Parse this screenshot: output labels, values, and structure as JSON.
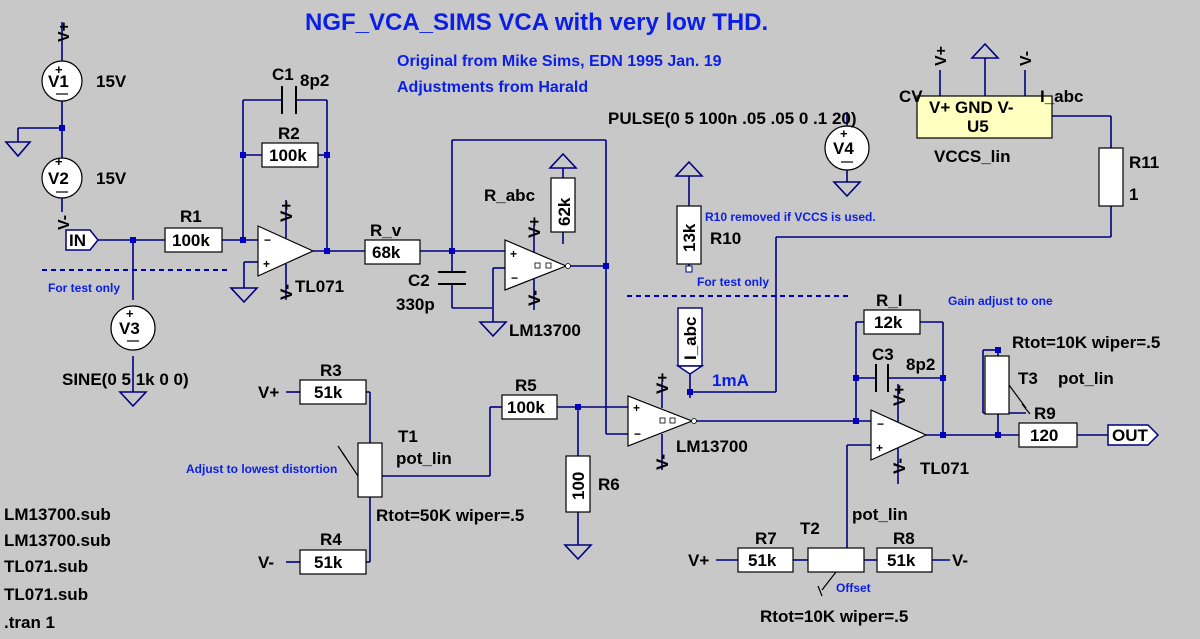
{
  "title": "NGF_VCA_SIMS VCA with very low THD.",
  "subtitle1": "Original from Mike Sims, EDN 1995 Jan. 19",
  "subtitle2": "Adjustments from Harald",
  "colors": {
    "background": "#c8c8c8",
    "wire": "#000080",
    "component": "#ffffff",
    "vccs": "#ffffc0",
    "comment": "#0a1ee6"
  },
  "components": {
    "V1": {
      "name": "V1",
      "value": "15V",
      "pin": "V+"
    },
    "V2": {
      "name": "V2",
      "value": "15V",
      "pin": "V-"
    },
    "V3": {
      "name": "V3",
      "value": "SINE(0 5 1k 0 0)"
    },
    "V4": {
      "name": "V4",
      "value": "PULSE(0 5 100n .05 .05 0 .1 20)"
    },
    "R1": {
      "name": "R1",
      "value": "100k"
    },
    "R2": {
      "name": "R2",
      "value": "100k"
    },
    "C1": {
      "name": "C1",
      "value": "8p2"
    },
    "U1": {
      "name": "TL071",
      "vp": "V+",
      "vm": "V-"
    },
    "Rv": {
      "name": "R_v",
      "value": "68k"
    },
    "C2": {
      "name": "C2",
      "value": "330p"
    },
    "Rabc": {
      "name": "R_abc",
      "value": "62k"
    },
    "U2": {
      "name": "LM13700",
      "vp": "V+",
      "vm": "V-"
    },
    "R10": {
      "name": "R10",
      "value": "13k"
    },
    "R3": {
      "name": "R3",
      "value": "51k",
      "net": "V+"
    },
    "R4": {
      "name": "R4",
      "value": "51k",
      "net": "V-"
    },
    "T1": {
      "name": "T1",
      "model": "pot_lin",
      "params": "Rtot=50K wiper=.5"
    },
    "R5": {
      "name": "R5",
      "value": "100k"
    },
    "R6": {
      "name": "R6",
      "value": "100"
    },
    "U3": {
      "name": "LM13700",
      "vp": "V+",
      "vm": "V-"
    },
    "Iabc": {
      "name": "I_abc",
      "value": "1mA"
    },
    "RI": {
      "name": "R_I",
      "value": "12k"
    },
    "C3": {
      "name": "C3",
      "value": "8p2"
    },
    "U4": {
      "name": "TL071",
      "vp": "V+",
      "vm": "V-"
    },
    "T3": {
      "name": "T3",
      "model": "pot_lin",
      "params": "Rtot=10K wiper=.5"
    },
    "R9": {
      "name": "R9",
      "value": "120"
    },
    "R7": {
      "name": "R7",
      "value": "51k",
      "net": "V+"
    },
    "R8": {
      "name": "R8",
      "value": "51k",
      "net": "V-"
    },
    "T2": {
      "name": "T2",
      "model": "pot_lin",
      "params": "Rtot=10K wiper=.5"
    },
    "R11": {
      "name": "R11",
      "value": "1"
    },
    "U5": {
      "name": "U5",
      "model": "VCCS_lin",
      "pins": "V+ GND V-",
      "cv": "CV",
      "iabc": "I_abc",
      "vp": "V+",
      "vm": "V-"
    }
  },
  "ports": {
    "in": "IN",
    "out": "OUT"
  },
  "notes": {
    "for_test_1": "For test only",
    "for_test_2": "For test only",
    "r10_note": "R10 removed if VCCS is used.",
    "gain_adjust": "Gain adjust to one",
    "distortion_adjust": "Adjust to lowest distortion",
    "offset": "Offset"
  },
  "directives": [
    "LM13700.sub",
    "LM13700.sub",
    "TL071.sub",
    "TL071.sub",
    ".tran 1"
  ]
}
